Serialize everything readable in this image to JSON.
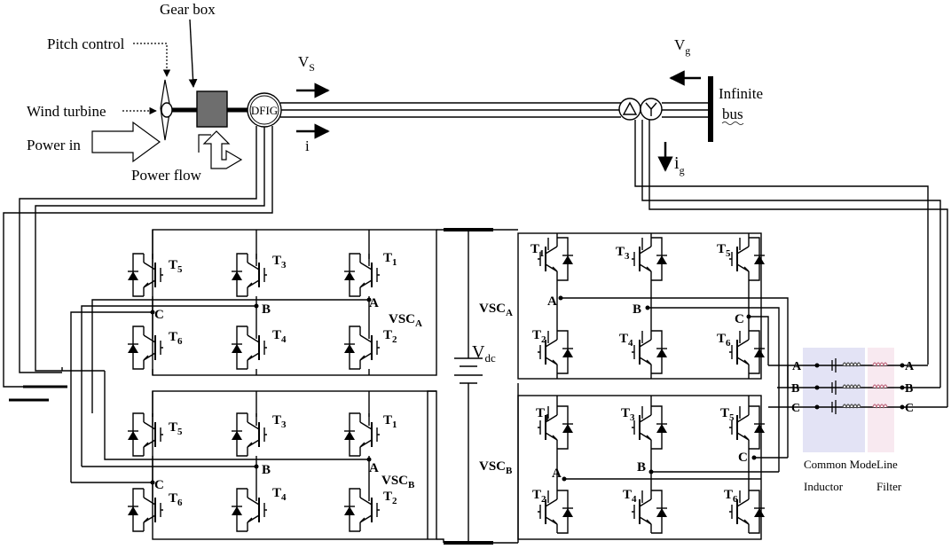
{
  "labels": {
    "gear_box": "Gear box",
    "pitch_control": "Pitch control",
    "wind_turbine": "Wind turbine",
    "power_in": "Power in",
    "power_flow": "Power flow",
    "dfig": "DFIG",
    "vs": "V",
    "vs_sub": "S",
    "i_stator": "i",
    "vg": "V",
    "vg_sub": "g",
    "ig": "i",
    "ig_sub": "g",
    "infinite_bus_1": "Infinite",
    "infinite_bus_2": "bus",
    "vdc": "V",
    "vdc_sub": "dc",
    "vsc": "VSC",
    "sub_a": "A",
    "sub_b": "B",
    "common_mode_1": "Common Mode",
    "common_mode_2": "Inductor",
    "line_filter_1": "Line",
    "line_filter_2": "Filter"
  },
  "switches": {
    "t1": "1",
    "t2": "2",
    "t3": "3",
    "t4": "4",
    "t5": "5",
    "t6": "6",
    "letter": "T"
  },
  "nodes": {
    "a": "A",
    "b": "B",
    "c": "C"
  },
  "colors": {
    "gearbox_fill": "#6e6e6e",
    "common_mode_box": "#e0e0f4",
    "line_filter_box": "#f7e7ee",
    "inductor_coil": "#4a4a4a",
    "filter_coil": "#c06a80"
  }
}
